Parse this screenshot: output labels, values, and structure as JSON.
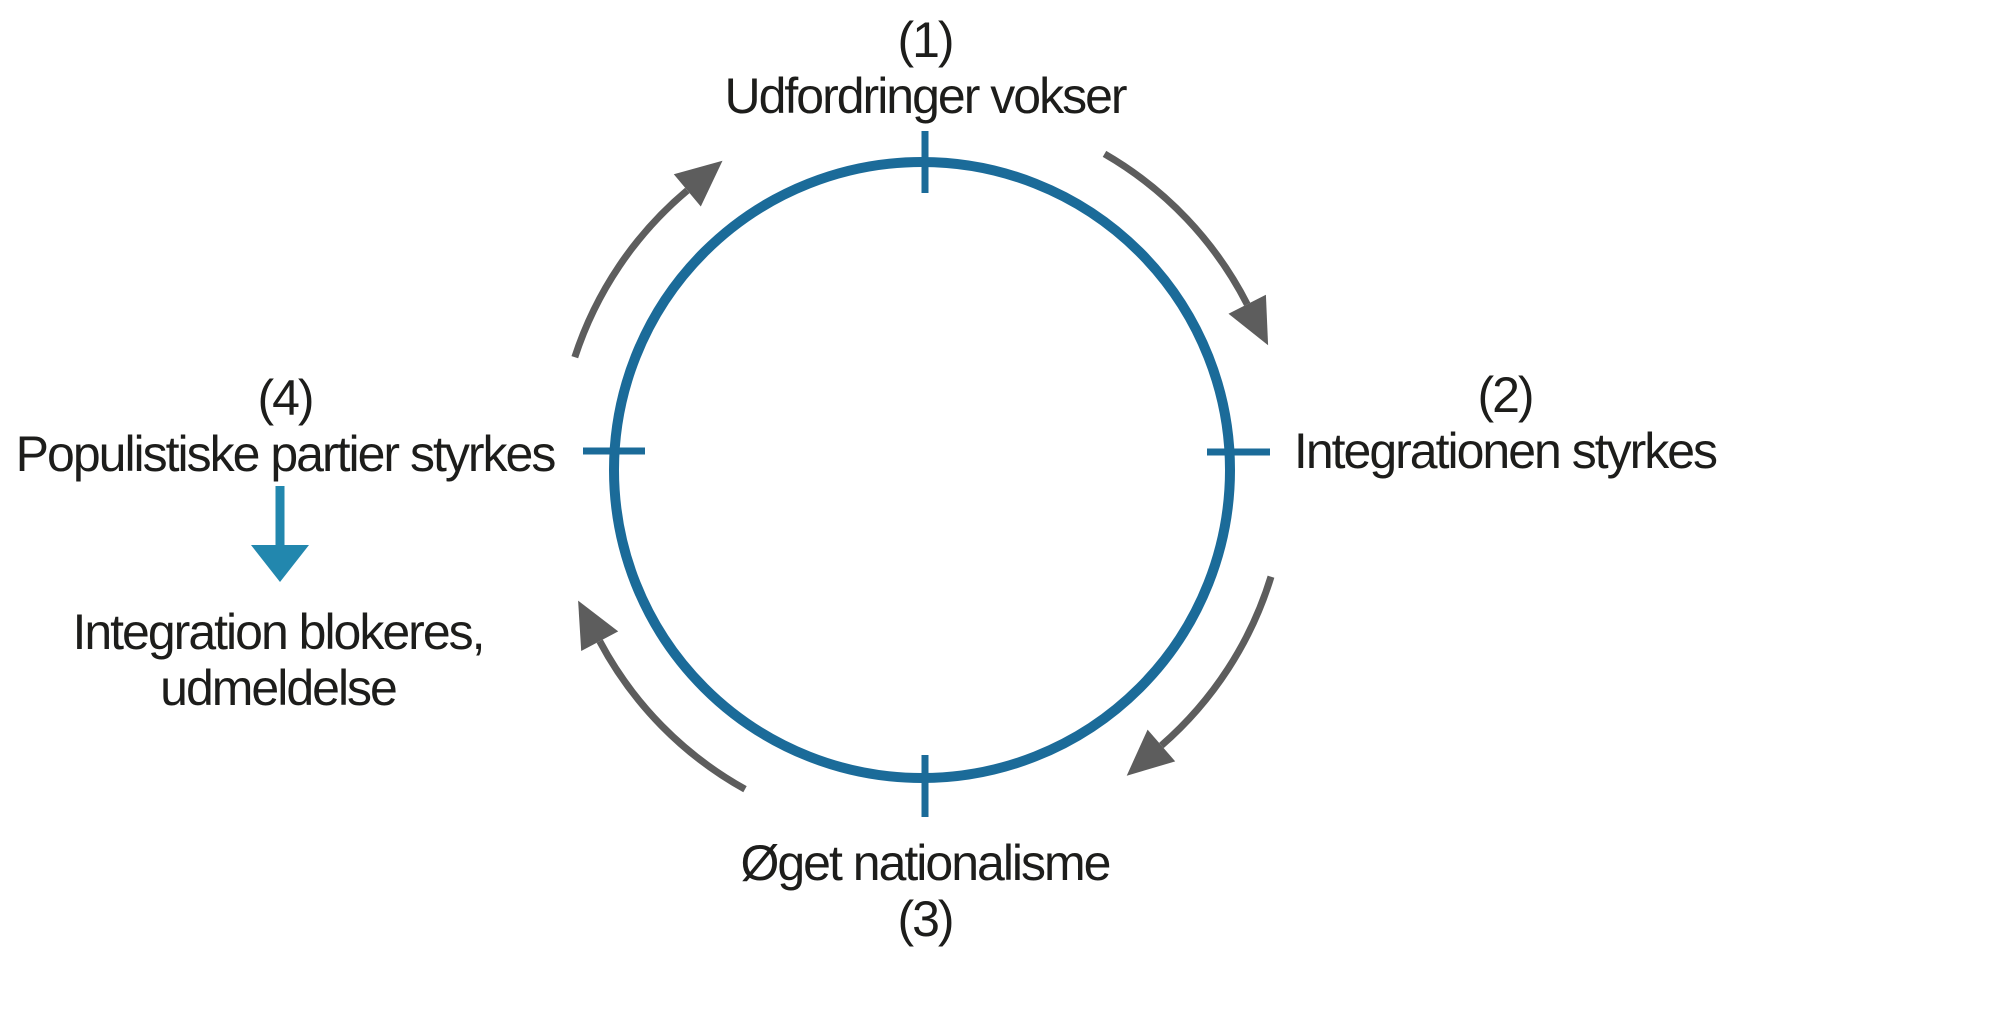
{
  "diagram": {
    "type": "cycle",
    "direction": "clockwise",
    "nodes": [
      {
        "number": "(1)",
        "label": "Udfordringer vokser",
        "position": "top"
      },
      {
        "number": "(2)",
        "label": "Integrationen styrkes",
        "position": "right"
      },
      {
        "number": "(3)",
        "label": "Øget nationalisme",
        "position": "bottom"
      },
      {
        "number": "(4)",
        "label": "Populistiske partier styrkes",
        "position": "left"
      }
    ],
    "exit_note": {
      "line1": "Integration blokeres,",
      "line2": "udmeldelse"
    },
    "cycle_arrow_count": 4,
    "colors": {
      "circle": "#1b6b99",
      "accent_arrow": "#2287ae",
      "cycle_arrows": "#5d5d5d",
      "text": "#1d1d1b",
      "background": "#ffffff"
    }
  }
}
